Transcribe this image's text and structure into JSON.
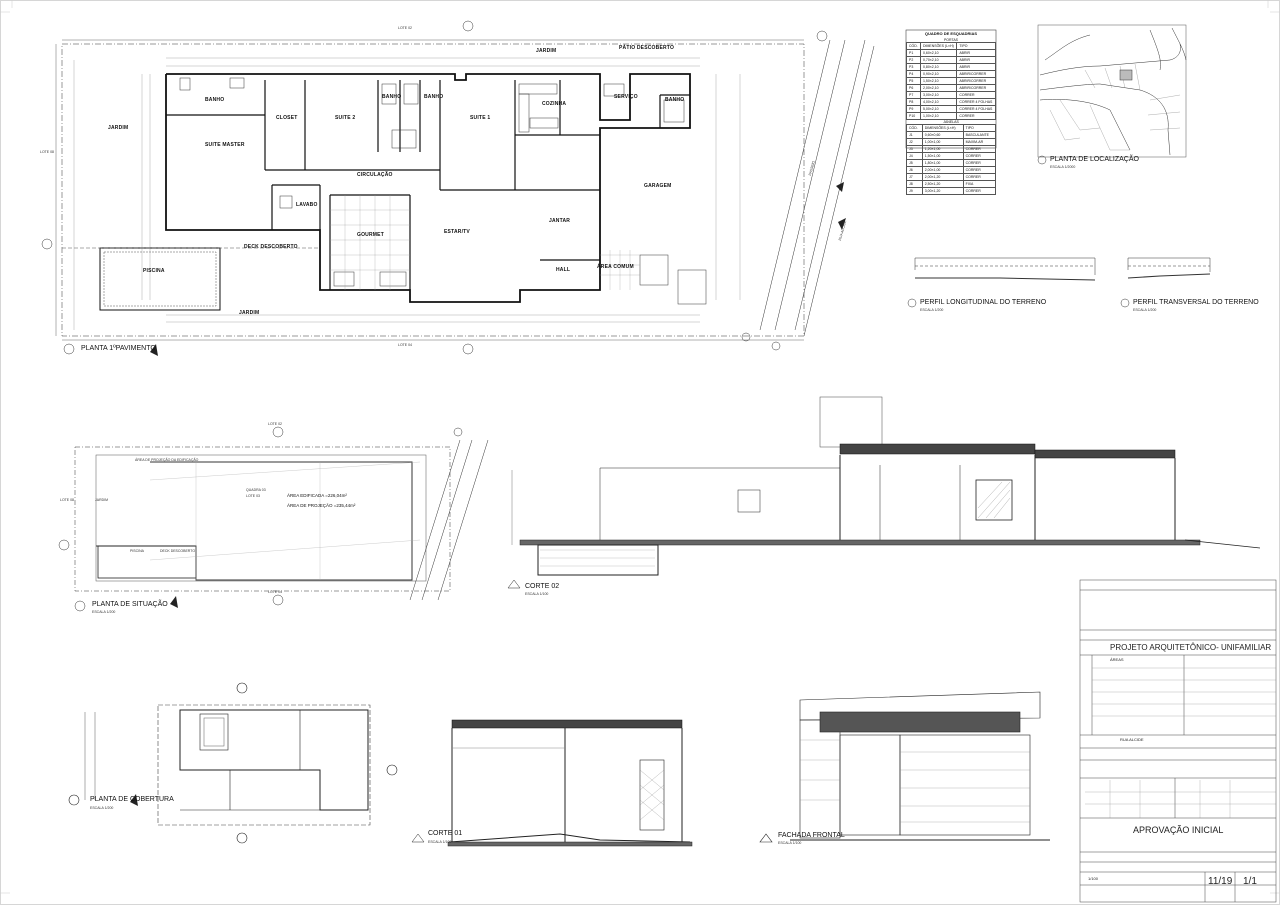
{
  "plan1": {
    "title": "PLANTA 1ºPAVIMENTO",
    "lots": {
      "top": "LOTE 02",
      "left": "LOTE 08",
      "bottom": "LOTE 04"
    },
    "rooms": {
      "suite_master": "SUITE MASTER",
      "closet": "CLOSET",
      "suite2": "SUITE 2",
      "suite1": "SUITE 1",
      "banho1": "BANHO",
      "banho2": "BANHO",
      "banho3": "BANHO",
      "banho4": "BANHO",
      "cozinha": "COZINHA",
      "servico": "SERVIÇO",
      "patio": "PÁTIO DESCOBERTO",
      "circulacao": "CIRCULAÇÃO",
      "lavabo": "LAVABO",
      "garagem": "GARAGEM",
      "jantar": "JANTAR",
      "estar": "ESTAR/TV",
      "gourmet": "GOURMET",
      "hall": "HALL",
      "deck": "DECK DESCOBERTO",
      "piscina": "PISCINA",
      "jardim_top": "JARDIM",
      "jardim_left": "JARDIM",
      "jardim_bottom": "JARDIM",
      "area_comum": "ÁREA COMUM"
    },
    "street": "RUA ALCIDE",
    "passeio": "PASSEIO"
  },
  "quadro": {
    "title": "QUADRO DE ESQUADRIAS",
    "portas": "PORTAS",
    "janelas": "JANELAS",
    "col_cod": "CÓD.",
    "col_dim": "DIMENSÕES (L×H)",
    "col_tipo": "TIPO",
    "portas_rows": [
      [
        "P1",
        "0,60×2,10",
        "ABRIR"
      ],
      [
        "P2",
        "0,70×2,10",
        "ABRIR"
      ],
      [
        "P3",
        "0,80×2,10",
        "ABRIR"
      ],
      [
        "P4",
        "0,90×2,10",
        "ABRIR/CORRER"
      ],
      [
        "P5",
        "1,50×2,10",
        "ABRIR/CORRER"
      ],
      [
        "P6",
        "2,00×2,10",
        "ABRIR/CORRER"
      ],
      [
        "P7",
        "3,00×2,10",
        "CORRER"
      ],
      [
        "P8",
        "4,00×2,10",
        "CORRER 4 FOLHAS"
      ],
      [
        "P9",
        "5,00×2,10",
        "CORRER 4 FOLHAS"
      ],
      [
        "P10",
        "1,00×2,10",
        "CORRER"
      ]
    ],
    "janelas_rows": [
      [
        "J1",
        "0,60×0,60",
        "BASCULANTE"
      ],
      [
        "J2",
        "1,00×1,00",
        "MAXIM-AR"
      ],
      [
        "J3",
        "1,20×1,00",
        "CORRER"
      ],
      [
        "J4",
        "1,50×1,00",
        "CORRER"
      ],
      [
        "J5",
        "1,80×1,00",
        "CORRER"
      ],
      [
        "J6",
        "2,00×1,00",
        "CORRER"
      ],
      [
        "J7",
        "2,00×1,20",
        "CORRER"
      ],
      [
        "J8",
        "2,50×1,20",
        "FIXA"
      ],
      [
        "J9",
        "3,00×1,20",
        "CORRER"
      ]
    ]
  },
  "localizacao": {
    "title": "PLANTA DE LOCALIZAÇÃO",
    "scale": "ESCALA 1/2000"
  },
  "perfil_long": {
    "title": "PERFIL LONGITUDINAL DO TERRENO",
    "scale": "ESCALA 1/200"
  },
  "perfil_trans": {
    "title": "PERFIL TRANSVERSAL DO TERRENO",
    "scale": "ESCALA 1/200"
  },
  "situacao": {
    "title": "PLANTA DE SITUAÇÃO",
    "scale": "ESCALA 1/200",
    "quadra": "QUADRA 03",
    "lote": "LOTE 03",
    "area_edif": "ÁREA EDIFICADA =226,04m²",
    "area_proj": "ÁREA DE PROJEÇÃO =235,44m²",
    "area_label": "ÁREA DE PROJEÇÃO DA EDIFICAÇÃO",
    "lots": {
      "top": "LOTE 02",
      "left": "LOTE 08",
      "bottom": "LOTE 04"
    },
    "piscina": "PISCINA",
    "deck": "DECK DESCOBERTO",
    "jardim": "JARDIM"
  },
  "corte02": {
    "title": "CORTE 02",
    "scale": "ESCALA 1/100"
  },
  "corte01": {
    "title": "CORTE 01",
    "scale": "ESCALA 1/100"
  },
  "cobertura": {
    "title": "PLANTA DE COBERTURA",
    "scale": "ESCALA 1/200"
  },
  "fachada": {
    "title": "FACHADA FRONTAL",
    "scale": "ESCALA 1/100"
  },
  "carimbo": {
    "projeto": "PROJETO ARQUITETÔNICO- UNIFAMILIAR",
    "areas": "ÁREAS",
    "aprovacao": "APROVAÇÃO INICIAL",
    "folha": "11/19",
    "prancha": "1/1",
    "escala": "1/100",
    "rua": "RUA ALCIDE"
  },
  "colors": {
    "line": "#222222",
    "hatch": "#888888",
    "paper": "#ffffff"
  }
}
